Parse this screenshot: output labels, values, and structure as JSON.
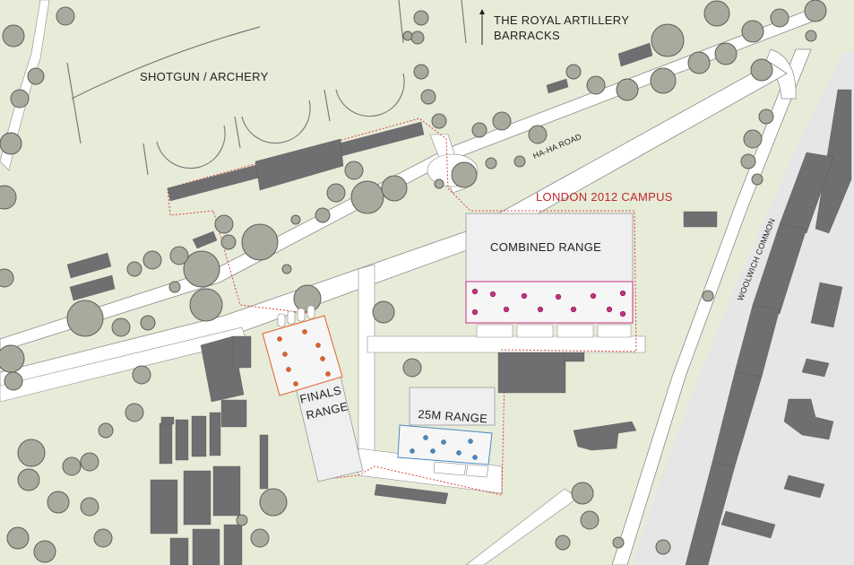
{
  "labels": {
    "barracks_line1": "THE ROYAL ARTILLERY",
    "barracks_line2": "BARRACKS",
    "shotgun_archery": "SHOTGUN / ARCHERY",
    "haha_road": "HA-HA ROAD",
    "london_campus": "LONDON 2012 CAMPUS",
    "combined_range": "COMBINED RANGE",
    "finals_line1": "FINALS",
    "finals_line2": "RANGE",
    "range_25m": "25M RANGE",
    "woolwich_common": "WOOLWICH COMMON"
  },
  "icons": {
    "north_arrow": "up-arrow-icon"
  },
  "colors": {
    "background": "#e7ecd9",
    "building": "#6f6f71",
    "tree_fill": "#a9aa9e",
    "tree_stroke": "#5d5e58",
    "road": "#ffffff",
    "road_edge": "#8a8a8a",
    "campus_boundary": "#d9433f",
    "combined_range_accent": "#c8307e",
    "finals_range_accent": "#e0622a",
    "range_25m_accent": "#4a8ac4",
    "urban_area": "#e6e6e6"
  }
}
